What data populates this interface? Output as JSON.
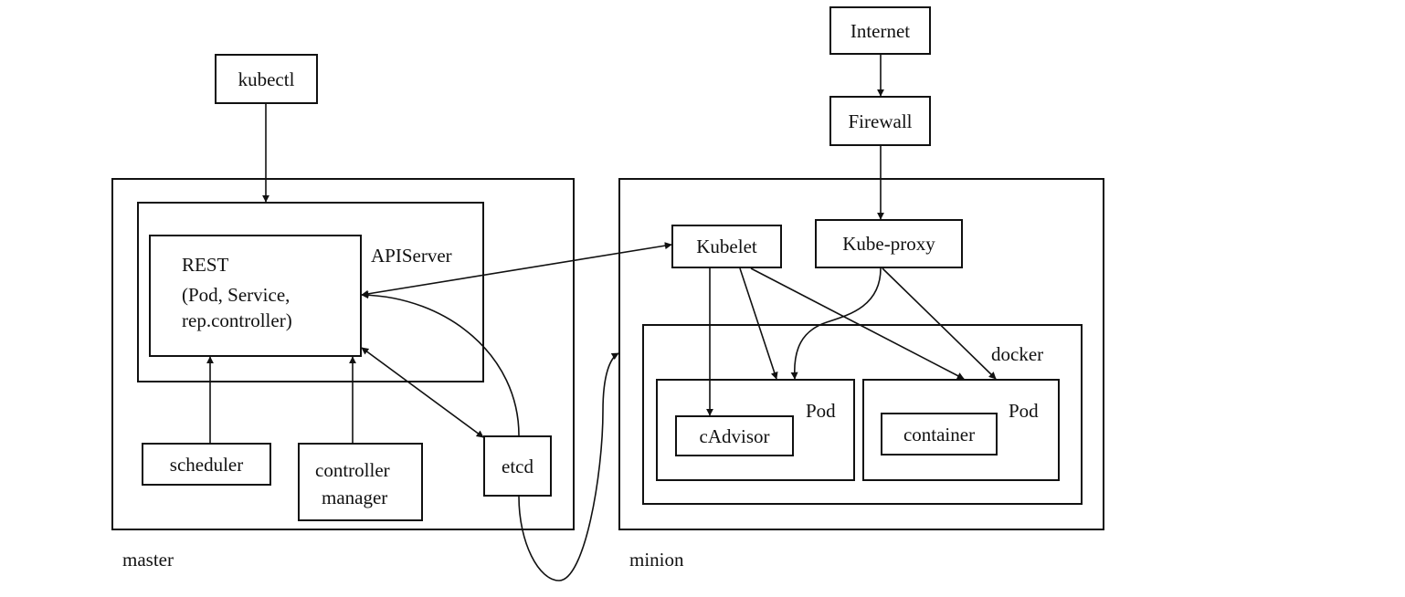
{
  "labels": {
    "kubectl": "kubectl",
    "internet": "Internet",
    "firewall": "Firewall",
    "rest_lines": [
      "REST",
      "(Pod, Service,",
      "rep.controller)"
    ],
    "apiserver": "APIServer",
    "scheduler": "scheduler",
    "controller_manager_lines": [
      "controller",
      "manager"
    ],
    "etcd": "etcd",
    "master": "master",
    "kubelet": "Kubelet",
    "kube_proxy": "Kube-proxy",
    "docker": "docker",
    "pod_1": "Pod",
    "pod_2": "Pod",
    "cadvisor": "cAdvisor",
    "container": "container",
    "minion": "minion"
  },
  "colors": {
    "line": "#111111",
    "background": "#ffffff"
  }
}
